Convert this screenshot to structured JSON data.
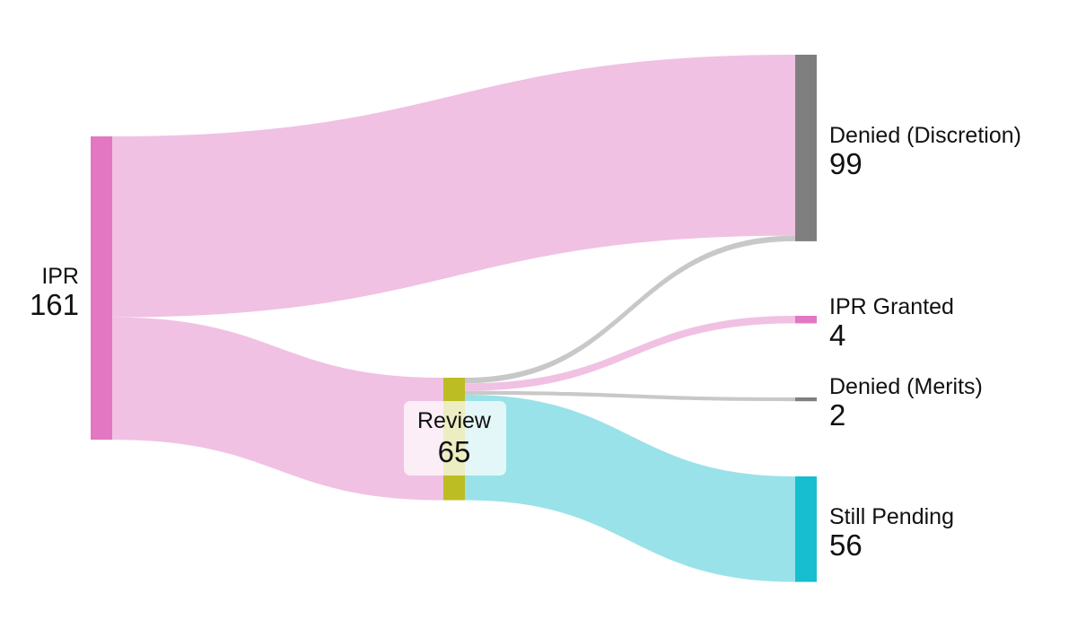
{
  "chart_data": {
    "type": "sankey",
    "title": "",
    "nodes": [
      {
        "id": "ipr",
        "name": "IPR",
        "value": 161,
        "color": "#e377c2",
        "column": 0
      },
      {
        "id": "review",
        "name": "Review",
        "value": 65,
        "color": "#bcbd22",
        "column": 1
      },
      {
        "id": "denied_discretion",
        "name": "Denied (Discretion)",
        "value": 99,
        "color": "#7f7f7f",
        "column": 2
      },
      {
        "id": "ipr_granted",
        "name": "IPR Granted",
        "value": 4,
        "color": "#e377c2",
        "column": 2
      },
      {
        "id": "denied_merits",
        "name": "Denied (Merits)",
        "value": 2,
        "color": "#7f7f7f",
        "column": 2
      },
      {
        "id": "still_pending",
        "name": "Still Pending",
        "value": 56,
        "color": "#17becf",
        "column": 2
      }
    ],
    "links": [
      {
        "source": "ipr",
        "target": "denied_discretion",
        "value": 96,
        "color": "#f0c1e3"
      },
      {
        "source": "ipr",
        "target": "review",
        "value": 65,
        "color": "#f0c1e3"
      },
      {
        "source": "review",
        "target": "denied_discretion",
        "value": 3,
        "color": "#c8c8c8"
      },
      {
        "source": "review",
        "target": "ipr_granted",
        "value": 4,
        "color": "#f0c1e3"
      },
      {
        "source": "review",
        "target": "denied_merits",
        "value": 2,
        "color": "#c8c8c8"
      },
      {
        "source": "review",
        "target": "still_pending",
        "value": 56,
        "color": "#9ae2e9"
      }
    ]
  }
}
